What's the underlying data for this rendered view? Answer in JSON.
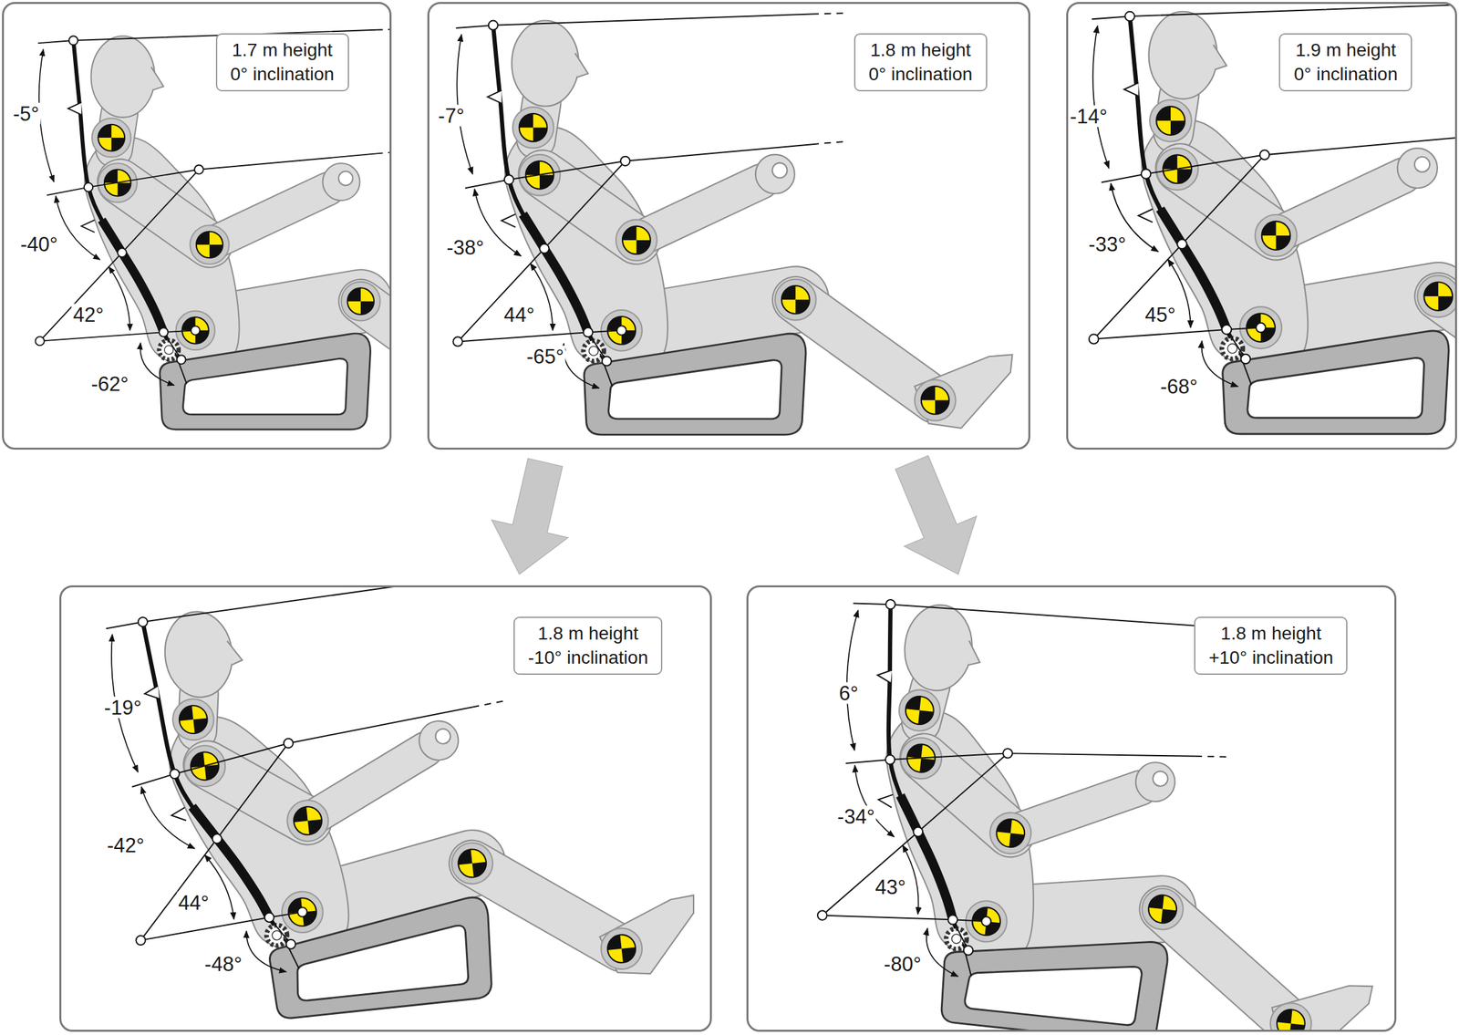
{
  "diagram": {
    "nodes": [
      {
        "text": [
          "-5°",
          "-40°",
          "42°",
          "-62°"
        ]
      },
      {
        "text": [
          "1.7 m height",
          "0° inclination"
        ],
        "in": 0
      },
      {
        "text": [
          "-7°",
          "-38°",
          "44°",
          "-65°"
        ]
      },
      {
        "text": [
          "1.8 m height",
          "0° inclination"
        ],
        "in": 2
      },
      {
        "text": [
          "-14°",
          "-33°",
          "45°",
          "-68°"
        ]
      },
      {
        "text": [
          "1.9 m height",
          "0° inclination"
        ],
        "in": 4
      },
      {
        "text": [
          "-19°",
          "-42°",
          "44°",
          "-48°"
        ]
      },
      {
        "text": [
          "1.8 m height",
          "-10° inclination"
        ],
        "in": 6
      },
      {
        "text": [
          "6°",
          "-34°",
          "43°",
          "-80°"
        ]
      },
      {
        "text": [
          "1.8 m height",
          "+10° inclination"
        ],
        "in": 8
      }
    ],
    "edges": [
      {
        "from": 2,
        "to": 6,
        "arrow": "to"
      },
      {
        "from": 2,
        "to": 8,
        "arrow": "to"
      }
    ]
  }
}
